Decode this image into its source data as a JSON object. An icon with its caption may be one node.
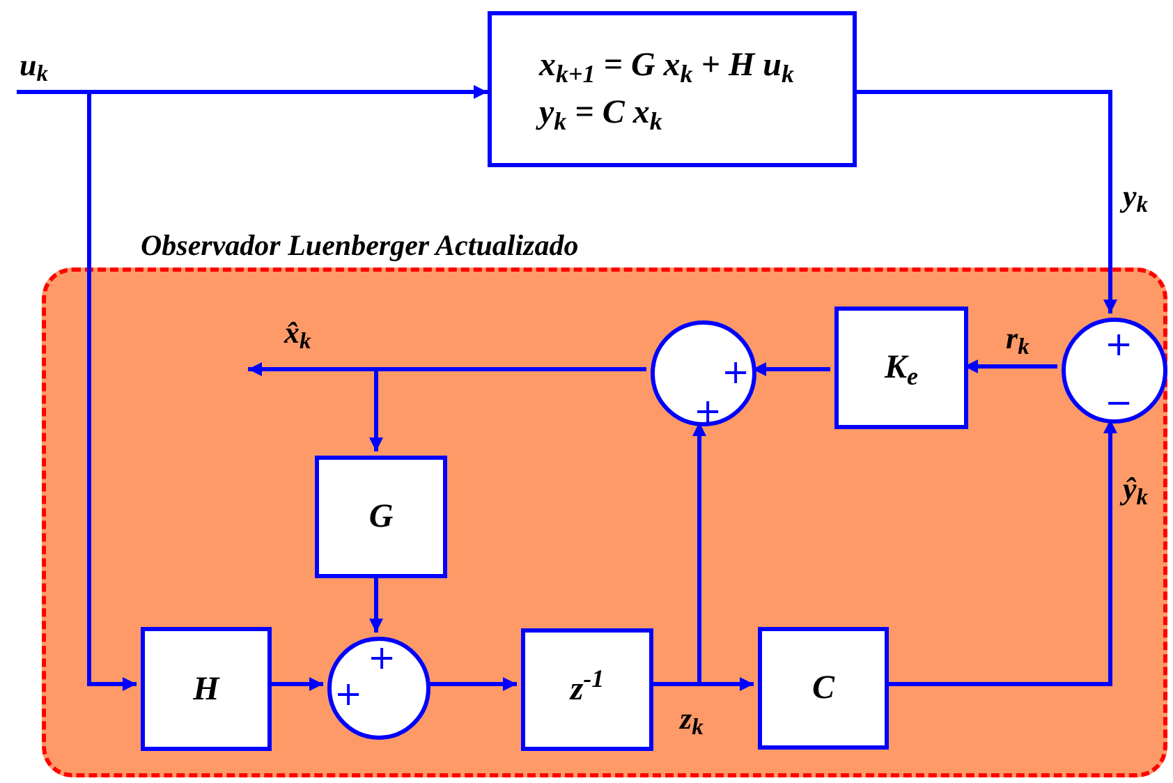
{
  "diagram": {
    "nodes": [
      {
        "text": [
          "Observador Luenberger Actualizado"
        ]
      },
      {
        "text": [
          "x$_{k+1}$ = G x$_{k}$ + H u$_{k}$",
          "y$_{k}$ = C x$_{k}$"
        ]
      },
      {
        "text": [
          "+",
          "−"
        ],
        "in": 0
      },
      {
        "text": [
          "K$_{e}$"
        ],
        "in": 0
      },
      {
        "text": [
          "+",
          "+"
        ],
        "in": 0
      },
      {
        "text": [
          "G"
        ],
        "in": 0
      },
      {
        "text": [
          "H"
        ],
        "in": 0
      },
      {
        "text": [
          "+",
          "+"
        ],
        "in": 0
      },
      {
        "text": [
          "z$^{-1}$"
        ],
        "in": 0
      },
      {
        "text": [
          "C"
        ],
        "in": 0
      }
    ],
    "edges": [
      {
        "from": null,
        "to": 1,
        "arrow": "to",
        "label": "u$_{k}$"
      },
      {
        "from": null,
        "to": 6,
        "arrow": "to"
      },
      {
        "from": 1,
        "to": 2,
        "arrow": "to",
        "label": "y$_{k}$"
      },
      {
        "from": 2,
        "to": 3,
        "arrow": "to",
        "label": "r$_{k}$"
      },
      {
        "from": 3,
        "to": 4,
        "arrow": "to"
      },
      {
        "from": 4,
        "to": null,
        "arrow": "to",
        "label": "x̂$_{k}$"
      },
      {
        "from": 4,
        "to": 5,
        "arrow": "to"
      },
      {
        "from": 5,
        "to": 7,
        "arrow": "to"
      },
      {
        "from": 6,
        "to": 7,
        "arrow": "to"
      },
      {
        "from": 7,
        "to": 8,
        "arrow": "to"
      },
      {
        "from": 8,
        "to": 9,
        "arrow": "to",
        "label": "z$_{k}$"
      },
      {
        "from": 8,
        "to": 4,
        "arrow": "to"
      },
      {
        "from": 9,
        "to": 2,
        "arrow": "to",
        "label": "ŷ$_{k}$"
      }
    ]
  }
}
